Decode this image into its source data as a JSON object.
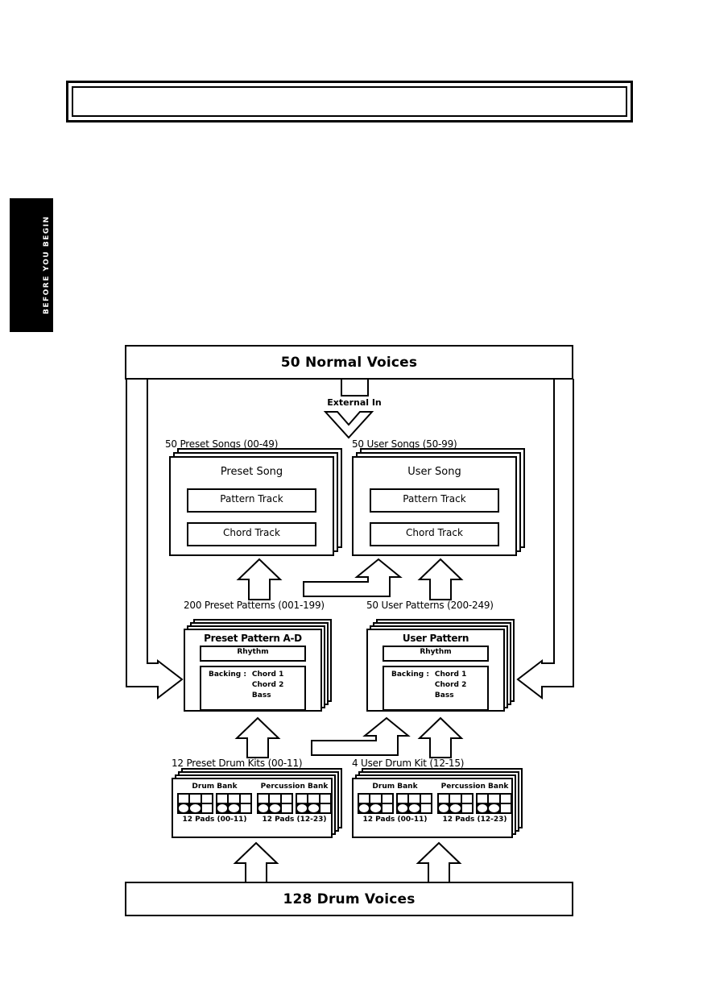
{
  "colors": {
    "ink": "#000000",
    "paper": "#ffffff"
  },
  "side_tab": {
    "label": "BEFORE YOU BEGIN"
  },
  "diagram": {
    "normal_voices_label": "50 Normal Voices",
    "external_in_label": "External In",
    "drum_voices_label": "128 Drum Voices",
    "preset_songs": {
      "caption": "50 Preset Songs (00-49)",
      "title": "Preset Song",
      "tracks": [
        "Pattern Track",
        "Chord Track"
      ]
    },
    "user_songs": {
      "caption": "50 User Songs (50-99)",
      "title": "User Song",
      "tracks": [
        "Pattern Track",
        "Chord Track"
      ]
    },
    "preset_patterns": {
      "caption": "200 Preset Patterns (001-199)",
      "title": "Preset Pattern A-D",
      "rhythm_label": "Rhythm",
      "backing_label": "Backing :",
      "backing_parts": [
        "Chord 1",
        "Chord 2",
        "Bass"
      ]
    },
    "user_patterns": {
      "caption": "50 User Patterns (200-249)",
      "title": "User Pattern",
      "rhythm_label": "Rhythm",
      "backing_label": "Backing :",
      "backing_parts": [
        "Chord 1",
        "Chord 2",
        "Bass"
      ]
    },
    "preset_kits": {
      "caption": "12 Preset Drum Kits (00-11)",
      "banks": [
        {
          "name": "Drum Bank",
          "caption": "12 Pads (00-11)"
        },
        {
          "name": "Percussion Bank",
          "caption": "12 Pads (12-23)"
        }
      ]
    },
    "user_kits": {
      "caption": "4 User Drum Kit (12-15)",
      "banks": [
        {
          "name": "Drum Bank",
          "caption": "12 Pads (00-11)"
        },
        {
          "name": "Percussion Bank",
          "caption": "12 Pads (12-23)"
        }
      ]
    }
  }
}
